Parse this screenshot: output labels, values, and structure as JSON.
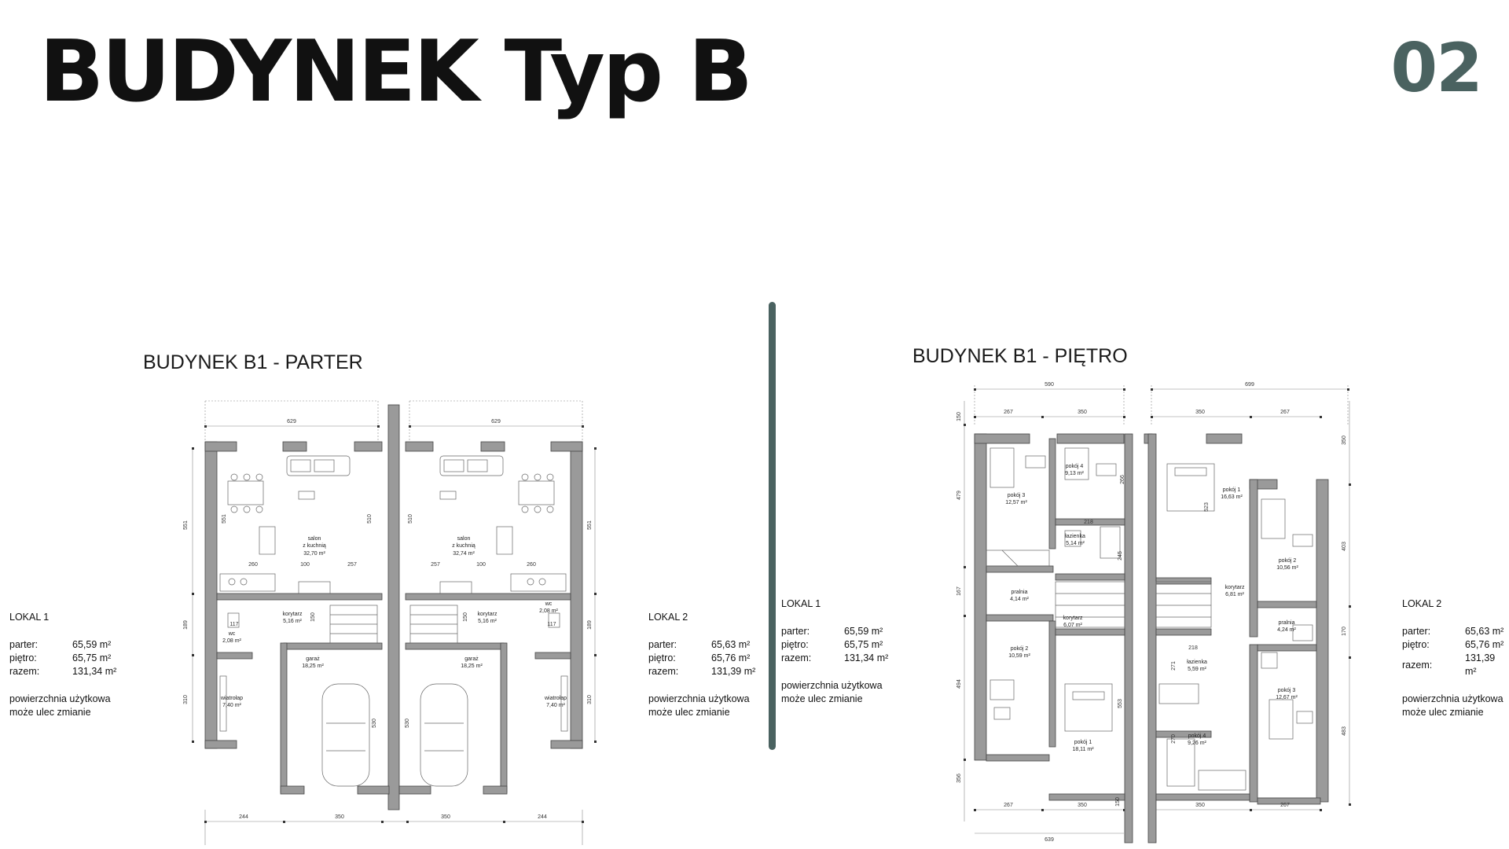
{
  "header": {
    "title": "BUDYNEK Typ B",
    "page_number": "02"
  },
  "parter": {
    "title": "BUDYNEK B1 - PARTER",
    "dims": {
      "top_l": "629",
      "top_r": "629",
      "bot_244a": "244",
      "bot_350a": "350",
      "bot_350b": "350",
      "bot_244b": "244",
      "side_551": "551",
      "side_189": "189",
      "side_310": "310",
      "side_551r": "551",
      "side_189r": "189",
      "side_310r": "310"
    },
    "inner": {
      "d551": "551",
      "d510": "510",
      "d260": "260",
      "d100": "100",
      "d257": "257",
      "d150": "150",
      "d117": "117",
      "d530": "530",
      "d510r": "510",
      "d257r": "257",
      "d100r": "100",
      "d260r": "260",
      "d150r": "150",
      "d117r": "117",
      "d530r": "530"
    },
    "rooms_l": {
      "salon1": "salon",
      "salon2": "z kuchnią",
      "salon_area": "32,70 m²",
      "kor": "korytarz",
      "kor_area": "5,16 m²",
      "wc": "wc",
      "wc_area": "2,08 m²",
      "garaz": "garaż",
      "garaz_area": "18,25 m²",
      "wia": "wiatrołap",
      "wia_area": "7,40 m²"
    },
    "rooms_r": {
      "salon1": "salon",
      "salon2": "z kuchnią",
      "salon_area": "32,74 m²",
      "kor": "korytarz",
      "kor_area": "5,16 m²",
      "wc": "wc",
      "wc_area": "2,08 m²",
      "garaz": "garaż",
      "garaz_area": "18,25 m²",
      "wia": "wiatrołap",
      "wia_area": "7,40 m²"
    }
  },
  "pietro": {
    "title": "BUDYNEK B1 - PIĘTRO",
    "dims": {
      "top_590": "590",
      "top_699": "699",
      "top_267a": "267",
      "top_350a": "350",
      "top_350b": "350",
      "top_267b": "267",
      "bot_267a": "267",
      "bot_350a": "350",
      "bot_150": "150",
      "bot_350b": "350",
      "bot_267b": "267",
      "bot_639": "639",
      "l_150": "150",
      "l_479": "479",
      "l_167": "167",
      "l_494": "494",
      "l_356": "356",
      "r_350": "350",
      "r_403": "403",
      "r_170": "170",
      "r_483": "483"
    },
    "inner": {
      "d266": "266",
      "d218": "218",
      "d245": "245",
      "d553": "553",
      "d523": "523",
      "d218b": "218",
      "d271": "271",
      "d270": "270"
    },
    "rooms": {
      "p3": "pokój 3",
      "p3a": "12,57 m²",
      "p4": "pokój 4",
      "p4a": "9,13 m²",
      "laz": "łazienka",
      "laza": "5,14 m²",
      "pral": "pralnia",
      "prala": "4,14 m²",
      "kor": "korytarz",
      "kora": "6,07 m²",
      "p2": "pokój 2",
      "p2a": "10,59 m²",
      "p1": "pokój 1",
      "p1a": "18,11 m²",
      "rp1": "pokój 1",
      "rp1a": "16,63 m²",
      "rp2": "pokój 2",
      "rp2a": "10,56 m²",
      "rkor": "korytarz",
      "rkora": "6,81 m²",
      "rpral": "pralnia",
      "rprala": "4,24 m²",
      "rlaz": "łazienka",
      "rlaza": "5,59 m²",
      "rp3": "pokój 3",
      "rp3a": "12,67 m²",
      "rp4": "pokój 4",
      "rp4a": "9,26 m²"
    }
  },
  "lokale": [
    {
      "label": "LOKAL 1",
      "rows": [
        {
          "k": "parter:",
          "v": "65,59 m²"
        },
        {
          "k": "piętro:",
          "v": "65,75 m²"
        },
        {
          "k": "razem:",
          "v": "131,34 m²"
        }
      ],
      "note1": "powierzchnia użytkowa",
      "note2": "może ulec zmianie"
    },
    {
      "label": "LOKAL 2",
      "rows": [
        {
          "k": "parter:",
          "v": "65,63 m²"
        },
        {
          "k": "piętro:",
          "v": "65,76 m²"
        },
        {
          "k": "razem:",
          "v": "131,39 m²"
        }
      ],
      "note1": "powierzchnia użytkowa",
      "note2": "może ulec zmianie"
    },
    {
      "label": "LOKAL 1",
      "rows": [
        {
          "k": "parter:",
          "v": "65,59 m²"
        },
        {
          "k": "piętro:",
          "v": "65,75 m²"
        },
        {
          "k": "razem:",
          "v": "131,34 m²"
        }
      ],
      "note1": "powierzchnia użytkowa",
      "note2": "może ulec zmianie"
    },
    {
      "label": "LOKAL 2",
      "rows": [
        {
          "k": "parter:",
          "v": "65,63 m²"
        },
        {
          "k": "piętro:",
          "v": "65,76 m²"
        },
        {
          "k": "razem:",
          "v": "131,39 m²"
        }
      ],
      "note1": "powierzchnia użytkowa",
      "note2": "może ulec zmianie"
    }
  ],
  "colors": {
    "accent": "#4a6260",
    "wall": "#9a9a9a",
    "wall_dark": "#7d7d7d"
  }
}
